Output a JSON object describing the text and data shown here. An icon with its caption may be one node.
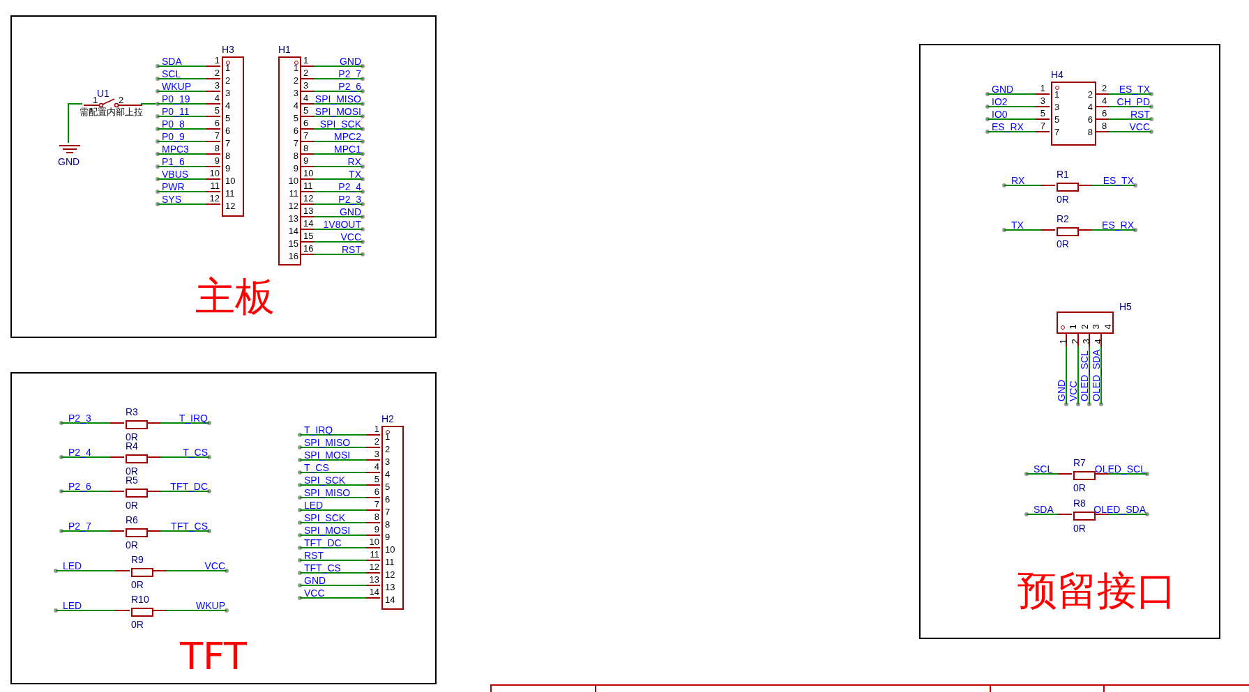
{
  "diagram": {
    "nodes": [
      {
        "text": [
          "主板"
        ]
      },
      {
        "text": [
          "U1"
        ],
        "in": 0
      },
      {
        "text": [
          "GND"
        ],
        "in": 0
      },
      {
        "text": [
          "H3"
        ],
        "in": 0
      },
      {
        "text": [
          "SDA"
        ],
        "in": 0
      },
      {
        "text": [
          "SCL"
        ],
        "in": 0
      },
      {
        "text": [
          "WKUP"
        ],
        "in": 0
      },
      {
        "text": [
          "P0_19"
        ],
        "in": 0
      },
      {
        "text": [
          "P0_11"
        ],
        "in": 0
      },
      {
        "text": [
          "P0_8"
        ],
        "in": 0
      },
      {
        "text": [
          "P0_9"
        ],
        "in": 0
      },
      {
        "text": [
          "MPC3"
        ],
        "in": 0
      },
      {
        "text": [
          "P1_6"
        ],
        "in": 0
      },
      {
        "text": [
          "VBUS"
        ],
        "in": 0
      },
      {
        "text": [
          "PWR"
        ],
        "in": 0
      },
      {
        "text": [
          "SYS"
        ],
        "in": 0
      },
      {
        "text": [
          "H1"
        ],
        "in": 0
      },
      {
        "text": [
          "GND"
        ],
        "in": 0
      },
      {
        "text": [
          "P2_7"
        ],
        "in": 0
      },
      {
        "text": [
          "P2_6"
        ],
        "in": 0
      },
      {
        "text": [
          "SPI_MISO"
        ],
        "in": 0
      },
      {
        "text": [
          "SPI_MOSI"
        ],
        "in": 0
      },
      {
        "text": [
          "SPI_SCK"
        ],
        "in": 0
      },
      {
        "text": [
          "MPC2"
        ],
        "in": 0
      },
      {
        "text": [
          "MPC1"
        ],
        "in": 0
      },
      {
        "text": [
          "RX"
        ],
        "in": 0
      },
      {
        "text": [
          "TX"
        ],
        "in": 0
      },
      {
        "text": [
          "P2_4"
        ],
        "in": 0
      },
      {
        "text": [
          "P2_3"
        ],
        "in": 0
      },
      {
        "text": [
          "GND"
        ],
        "in": 0
      },
      {
        "text": [
          "1V8OUT"
        ],
        "in": 0
      },
      {
        "text": [
          "VCC"
        ],
        "in": 0
      },
      {
        "text": [
          "RST"
        ],
        "in": 0
      },
      {
        "text": [
          "TFT"
        ]
      },
      {
        "text": [
          "P2_3"
        ],
        "in": 33
      },
      {
        "text": [
          "R3",
          "0R"
        ],
        "in": 33
      },
      {
        "text": [
          "T_IRQ"
        ],
        "in": 33
      },
      {
        "text": [
          "P2_4"
        ],
        "in": 33
      },
      {
        "text": [
          "R4",
          "0R"
        ],
        "in": 33
      },
      {
        "text": [
          "T_CS"
        ],
        "in": 33
      },
      {
        "text": [
          "P2_6"
        ],
        "in": 33
      },
      {
        "text": [
          "R5",
          "0R"
        ],
        "in": 33
      },
      {
        "text": [
          "TFT_DC"
        ],
        "in": 33
      },
      {
        "text": [
          "P2_7"
        ],
        "in": 33
      },
      {
        "text": [
          "R6",
          "0R"
        ],
        "in": 33
      },
      {
        "text": [
          "TFT_CS"
        ],
        "in": 33
      },
      {
        "text": [
          "LED"
        ],
        "in": 33
      },
      {
        "text": [
          "R9",
          "0R"
        ],
        "in": 33
      },
      {
        "text": [
          "VCC"
        ],
        "in": 33
      },
      {
        "text": [
          "LED"
        ],
        "in": 33
      },
      {
        "text": [
          "R10",
          "0R"
        ],
        "in": 33
      },
      {
        "text": [
          "WKUP"
        ],
        "in": 33
      },
      {
        "text": [
          "H2"
        ],
        "in": 33
      },
      {
        "text": [
          "T_IRQ"
        ],
        "in": 33
      },
      {
        "text": [
          "SPI_MISO"
        ],
        "in": 33
      },
      {
        "text": [
          "SPI_MOSI"
        ],
        "in": 33
      },
      {
        "text": [
          "T_CS"
        ],
        "in": 33
      },
      {
        "text": [
          "SPI_SCK"
        ],
        "in": 33
      },
      {
        "text": [
          "SPI_MISO"
        ],
        "in": 33
      },
      {
        "text": [
          "LED"
        ],
        "in": 33
      },
      {
        "text": [
          "SPI_SCK"
        ],
        "in": 33
      },
      {
        "text": [
          "SPI_MOSI"
        ],
        "in": 33
      },
      {
        "text": [
          "TFT_DC"
        ],
        "in": 33
      },
      {
        "text": [
          "RST"
        ],
        "in": 33
      },
      {
        "text": [
          "TFT_CS"
        ],
        "in": 33
      },
      {
        "text": [
          "GND"
        ],
        "in": 33
      },
      {
        "text": [
          "VCC"
        ],
        "in": 33
      },
      {
        "text": [
          "预留接口"
        ]
      },
      {
        "text": [
          "H4"
        ],
        "in": 67
      },
      {
        "text": [
          "GND"
        ],
        "in": 67
      },
      {
        "text": [
          "ES_TX"
        ],
        "in": 67
      },
      {
        "text": [
          "IO2"
        ],
        "in": 67
      },
      {
        "text": [
          "CH_PD"
        ],
        "in": 67
      },
      {
        "text": [
          "IO0"
        ],
        "in": 67
      },
      {
        "text": [
          "RST"
        ],
        "in": 67
      },
      {
        "text": [
          "ES_RX"
        ],
        "in": 67
      },
      {
        "text": [
          "VCC"
        ],
        "in": 67
      },
      {
        "text": [
          "RX"
        ],
        "in": 67
      },
      {
        "text": [
          "R1",
          "0R"
        ],
        "in": 67
      },
      {
        "text": [
          "ES_TX"
        ],
        "in": 67
      },
      {
        "text": [
          "TX"
        ],
        "in": 67
      },
      {
        "text": [
          "R2",
          "0R"
        ],
        "in": 67
      },
      {
        "text": [
          "ES_RX"
        ],
        "in": 67
      },
      {
        "text": [
          "H5"
        ],
        "in": 67
      },
      {
        "text": [
          "GND"
        ],
        "in": 67
      },
      {
        "text": [
          "VCC"
        ],
        "in": 67
      },
      {
        "text": [
          "OLED_SCL"
        ],
        "in": 67
      },
      {
        "text": [
          "OLED_SDA"
        ],
        "in": 67
      },
      {
        "text": [
          "SCL"
        ],
        "in": 67
      },
      {
        "text": [
          "R7",
          "0R"
        ],
        "in": 67
      },
      {
        "text": [
          "OLED_SCL"
        ],
        "in": 67
      },
      {
        "text": [
          "SDA"
        ],
        "in": 67
      },
      {
        "text": [
          "R8",
          "0R"
        ],
        "in": 67
      },
      {
        "text": [
          "OLED_SDA"
        ],
        "in": 67
      }
    ],
    "edges": [
      {
        "from": 1,
        "to": 2,
        "arrow": "none"
      },
      {
        "from": 1,
        "to": 3,
        "arrow": "none"
      },
      {
        "from": 4,
        "to": 3,
        "arrow": "none"
      },
      {
        "from": 5,
        "to": 3,
        "arrow": "none"
      },
      {
        "from": 6,
        "to": 3,
        "arrow": "none"
      },
      {
        "from": 7,
        "to": 3,
        "arrow": "none"
      },
      {
        "from": 8,
        "to": 3,
        "arrow": "none"
      },
      {
        "from": 9,
        "to": 3,
        "arrow": "none"
      },
      {
        "from": 10,
        "to": 3,
        "arrow": "none"
      },
      {
        "from": 11,
        "to": 3,
        "arrow": "none"
      },
      {
        "from": 12,
        "to": 3,
        "arrow": "none"
      },
      {
        "from": 13,
        "to": 3,
        "arrow": "none"
      },
      {
        "from": 14,
        "to": 3,
        "arrow": "none"
      },
      {
        "from": 15,
        "to": 3,
        "arrow": "none"
      },
      {
        "from": 16,
        "to": 17,
        "arrow": "none"
      },
      {
        "from": 16,
        "to": 18,
        "arrow": "none"
      },
      {
        "from": 16,
        "to": 19,
        "arrow": "none"
      },
      {
        "from": 16,
        "to": 20,
        "arrow": "none"
      },
      {
        "from": 16,
        "to": 21,
        "arrow": "none"
      },
      {
        "from": 16,
        "to": 22,
        "arrow": "none"
      },
      {
        "from": 16,
        "to": 23,
        "arrow": "none"
      },
      {
        "from": 16,
        "to": 24,
        "arrow": "none"
      },
      {
        "from": 16,
        "to": 25,
        "arrow": "none"
      },
      {
        "from": 16,
        "to": 26,
        "arrow": "none"
      },
      {
        "from": 16,
        "to": 27,
        "arrow": "none"
      },
      {
        "from": 16,
        "to": 28,
        "arrow": "none"
      },
      {
        "from": 16,
        "to": 29,
        "arrow": "none"
      },
      {
        "from": 16,
        "to": 30,
        "arrow": "none"
      },
      {
        "from": 16,
        "to": 31,
        "arrow": "none"
      },
      {
        "from": 16,
        "to": 32,
        "arrow": "none"
      },
      {
        "from": 34,
        "to": 35,
        "arrow": "none"
      },
      {
        "from": 35,
        "to": 36,
        "arrow": "none"
      },
      {
        "from": 37,
        "to": 38,
        "arrow": "none"
      },
      {
        "from": 38,
        "to": 39,
        "arrow": "none"
      },
      {
        "from": 40,
        "to": 41,
        "arrow": "none"
      },
      {
        "from": 41,
        "to": 42,
        "arrow": "none"
      },
      {
        "from": 43,
        "to": 44,
        "arrow": "none"
      },
      {
        "from": 44,
        "to": 45,
        "arrow": "none"
      },
      {
        "from": 46,
        "to": 47,
        "arrow": "none"
      },
      {
        "from": 47,
        "to": 48,
        "arrow": "none"
      },
      {
        "from": 49,
        "to": 50,
        "arrow": "none"
      },
      {
        "from": 50,
        "to": 51,
        "arrow": "none"
      },
      {
        "from": 53,
        "to": 52,
        "arrow": "none"
      },
      {
        "from": 54,
        "to": 52,
        "arrow": "none"
      },
      {
        "from": 55,
        "to": 52,
        "arrow": "none"
      },
      {
        "from": 56,
        "to": 52,
        "arrow": "none"
      },
      {
        "from": 57,
        "to": 52,
        "arrow": "none"
      },
      {
        "from": 58,
        "to": 52,
        "arrow": "none"
      },
      {
        "from": 59,
        "to": 52,
        "arrow": "none"
      },
      {
        "from": 60,
        "to": 52,
        "arrow": "none"
      },
      {
        "from": 61,
        "to": 52,
        "arrow": "none"
      },
      {
        "from": 62,
        "to": 52,
        "arrow": "none"
      },
      {
        "from": 63,
        "to": 52,
        "arrow": "none"
      },
      {
        "from": 64,
        "to": 52,
        "arrow": "none"
      },
      {
        "from": 65,
        "to": 52,
        "arrow": "none"
      },
      {
        "from": 66,
        "to": 52,
        "arrow": "none"
      },
      {
        "from": 69,
        "to": 68,
        "arrow": "none"
      },
      {
        "from": 68,
        "to": 70,
        "arrow": "none"
      },
      {
        "from": 71,
        "to": 68,
        "arrow": "none"
      },
      {
        "from": 68,
        "to": 72,
        "arrow": "none"
      },
      {
        "from": 73,
        "to": 68,
        "arrow": "none"
      },
      {
        "from": 68,
        "to": 74,
        "arrow": "none"
      },
      {
        "from": 75,
        "to": 68,
        "arrow": "none"
      },
      {
        "from": 68,
        "to": 76,
        "arrow": "none"
      },
      {
        "from": 77,
        "to": 78,
        "arrow": "none"
      },
      {
        "from": 78,
        "to": 79,
        "arrow": "none"
      },
      {
        "from": 80,
        "to": 81,
        "arrow": "none"
      },
      {
        "from": 81,
        "to": 82,
        "arrow": "none"
      },
      {
        "from": 83,
        "to": 84,
        "arrow": "none"
      },
      {
        "from": 83,
        "to": 85,
        "arrow": "none"
      },
      {
        "from": 83,
        "to": 86,
        "arrow": "none"
      },
      {
        "from": 83,
        "to": 87,
        "arrow": "none"
      },
      {
        "from": 88,
        "to": 89,
        "arrow": "none"
      },
      {
        "from": 89,
        "to": 90,
        "arrow": "none"
      },
      {
        "from": 91,
        "to": 92,
        "arrow": "none"
      },
      {
        "from": 92,
        "to": 93,
        "arrow": "none"
      }
    ],
    "labels": [
      "1",
      "2",
      "需配置内部上拉",
      "1",
      "1",
      "2",
      "2",
      "3",
      "3",
      "4",
      "4",
      "5",
      "5",
      "6",
      "6",
      "7",
      "7",
      "8",
      "8",
      "9",
      "9",
      "10",
      "10",
      "11",
      "11",
      "12",
      "12",
      "1",
      "1",
      "2",
      "2",
      "3",
      "3",
      "4",
      "4",
      "5",
      "5",
      "6",
      "6",
      "7",
      "7",
      "8",
      "8",
      "9",
      "9",
      "10",
      "10",
      "11",
      "11",
      "12",
      "12",
      "13",
      "13",
      "14",
      "14",
      "15",
      "15",
      "16",
      "16",
      "1",
      "1",
      "2",
      "2",
      "3",
      "3",
      "4",
      "4",
      "5",
      "5",
      "6",
      "6",
      "7",
      "7",
      "8",
      "8",
      "9",
      "9",
      "10",
      "10",
      "11",
      "11",
      "12",
      "12",
      "13",
      "13",
      "14",
      "14",
      "1",
      "1",
      "2",
      "2",
      "3",
      "3",
      "4",
      "4",
      "5",
      "5",
      "6",
      "6",
      "7",
      "7",
      "8",
      "8",
      "1",
      "1",
      "2",
      "2",
      "3",
      "3",
      "4",
      "4"
    ]
  }
}
